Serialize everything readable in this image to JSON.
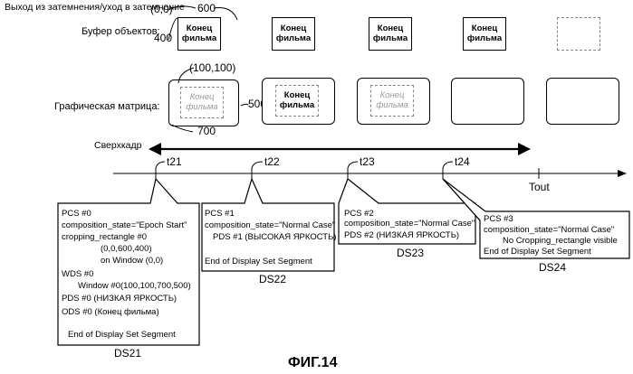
{
  "header": {
    "row1_label": "Выход из затемнения/уход в затемнение",
    "row2_label": "Буфер объектов:",
    "row3_label": "Графическая матрица:",
    "origin": "(0,0)",
    "width_600": "600",
    "height_400": "400",
    "window_origin": "(100,100)",
    "window_height_500": "500",
    "window_width_700": "700"
  },
  "object_text": {
    "line1": "Конец",
    "line2": "фильма"
  },
  "superframe": {
    "label": "Сверхкадр"
  },
  "timeline": {
    "ticks": [
      "t21",
      "t22",
      "t23",
      "t24"
    ],
    "tout": "Tout"
  },
  "ds21": {
    "lines": [
      "PCS #0",
      "composition_state=\"Epoch Start\"",
      "cropping_rectangle #0",
      "(0,0,600,400)",
      "on Window (0,0)",
      "WDS #0",
      "Window #0(100,100,700,500)",
      "PDS #0 (НИЗКАЯ ЯРКОСТЬ)",
      "ODS #0 (Конец фильма)",
      "End of Display Set Segment"
    ],
    "caption": "DS21"
  },
  "ds22": {
    "lines": [
      "PCS #1",
      "composition_state=\"Normal Case\"",
      "PDS #1 (ВЫСОКАЯ ЯРКОСТЬ)",
      "End of Display Set Segment"
    ],
    "caption": "DS22"
  },
  "ds23": {
    "lines": [
      "PCS #2",
      "composition_state=\"Normal Case\"",
      "PDS #2 (НИЗКАЯ ЯРКОСТЬ)"
    ],
    "caption": "DS23"
  },
  "ds24": {
    "lines": [
      "PCS #3",
      "composition_state=\"Normal Case\"",
      "No Cropping_rectangle visible",
      "End of Display Set Segment"
    ],
    "caption": "DS24"
  },
  "figure": {
    "caption": "ФИГ.14"
  }
}
